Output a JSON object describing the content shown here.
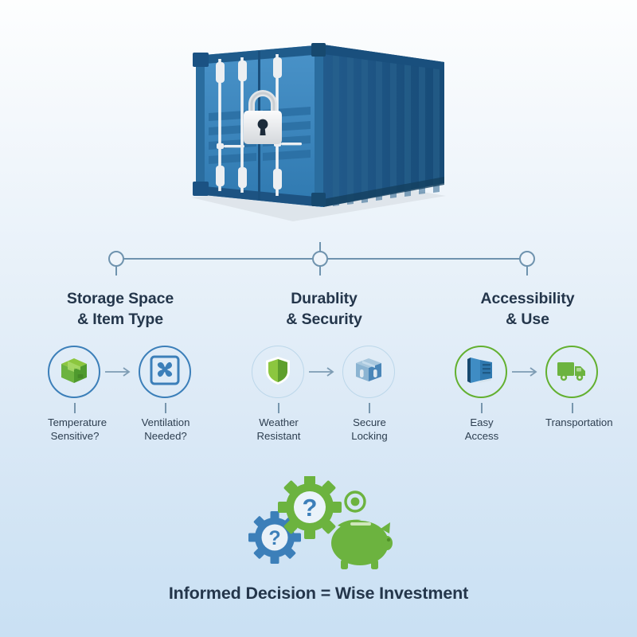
{
  "hero": {
    "alt": "blue-shipping-container-with-padlock",
    "container_color": "#3a86c0",
    "container_dark": "#1d4f7c",
    "lock_color": "#e8eaec"
  },
  "connector": {
    "line_color": "#6f93ae",
    "node_count": 3
  },
  "columns": [
    {
      "id": "storage-space-item-type",
      "title": "Storage Space\n& Item Type",
      "ring_style": "blue",
      "items": [
        {
          "icon": "box-icon",
          "caption": "Temperature\nSensitive?"
        },
        {
          "icon": "fan-icon",
          "caption": "Ventilation\nNeeded?"
        }
      ]
    },
    {
      "id": "durability-security",
      "title": "Durablity\n& Security",
      "ring_style": "faint",
      "items": [
        {
          "icon": "shield-icon",
          "caption": "Weather\nResistant"
        },
        {
          "icon": "lockbox-icon",
          "caption": "Secure Locking"
        }
      ]
    },
    {
      "id": "accessibility-use",
      "title": "Accessibility\n& Use",
      "ring_style": "green",
      "items": [
        {
          "icon": "open-door-icon",
          "caption": "Easy Access"
        },
        {
          "icon": "truck-icon",
          "caption": "Transportation"
        }
      ]
    }
  ],
  "cluster": {
    "alt": "gears-and-piggy-bank",
    "gear_green": "#6cb33f",
    "gear_blue": "#3c7fb9",
    "piggy_color": "#6cb33f",
    "question_mark": "?"
  },
  "footer": {
    "text": "Informed Decision = Wise Investment"
  },
  "colors": {
    "heading": "#24364b",
    "caption": "#2d3e50",
    "accent_blue": "#3c7fb9",
    "accent_green": "#63b030",
    "bg_top": "#fdfefe",
    "bg_bottom": "#c9e0f3"
  }
}
